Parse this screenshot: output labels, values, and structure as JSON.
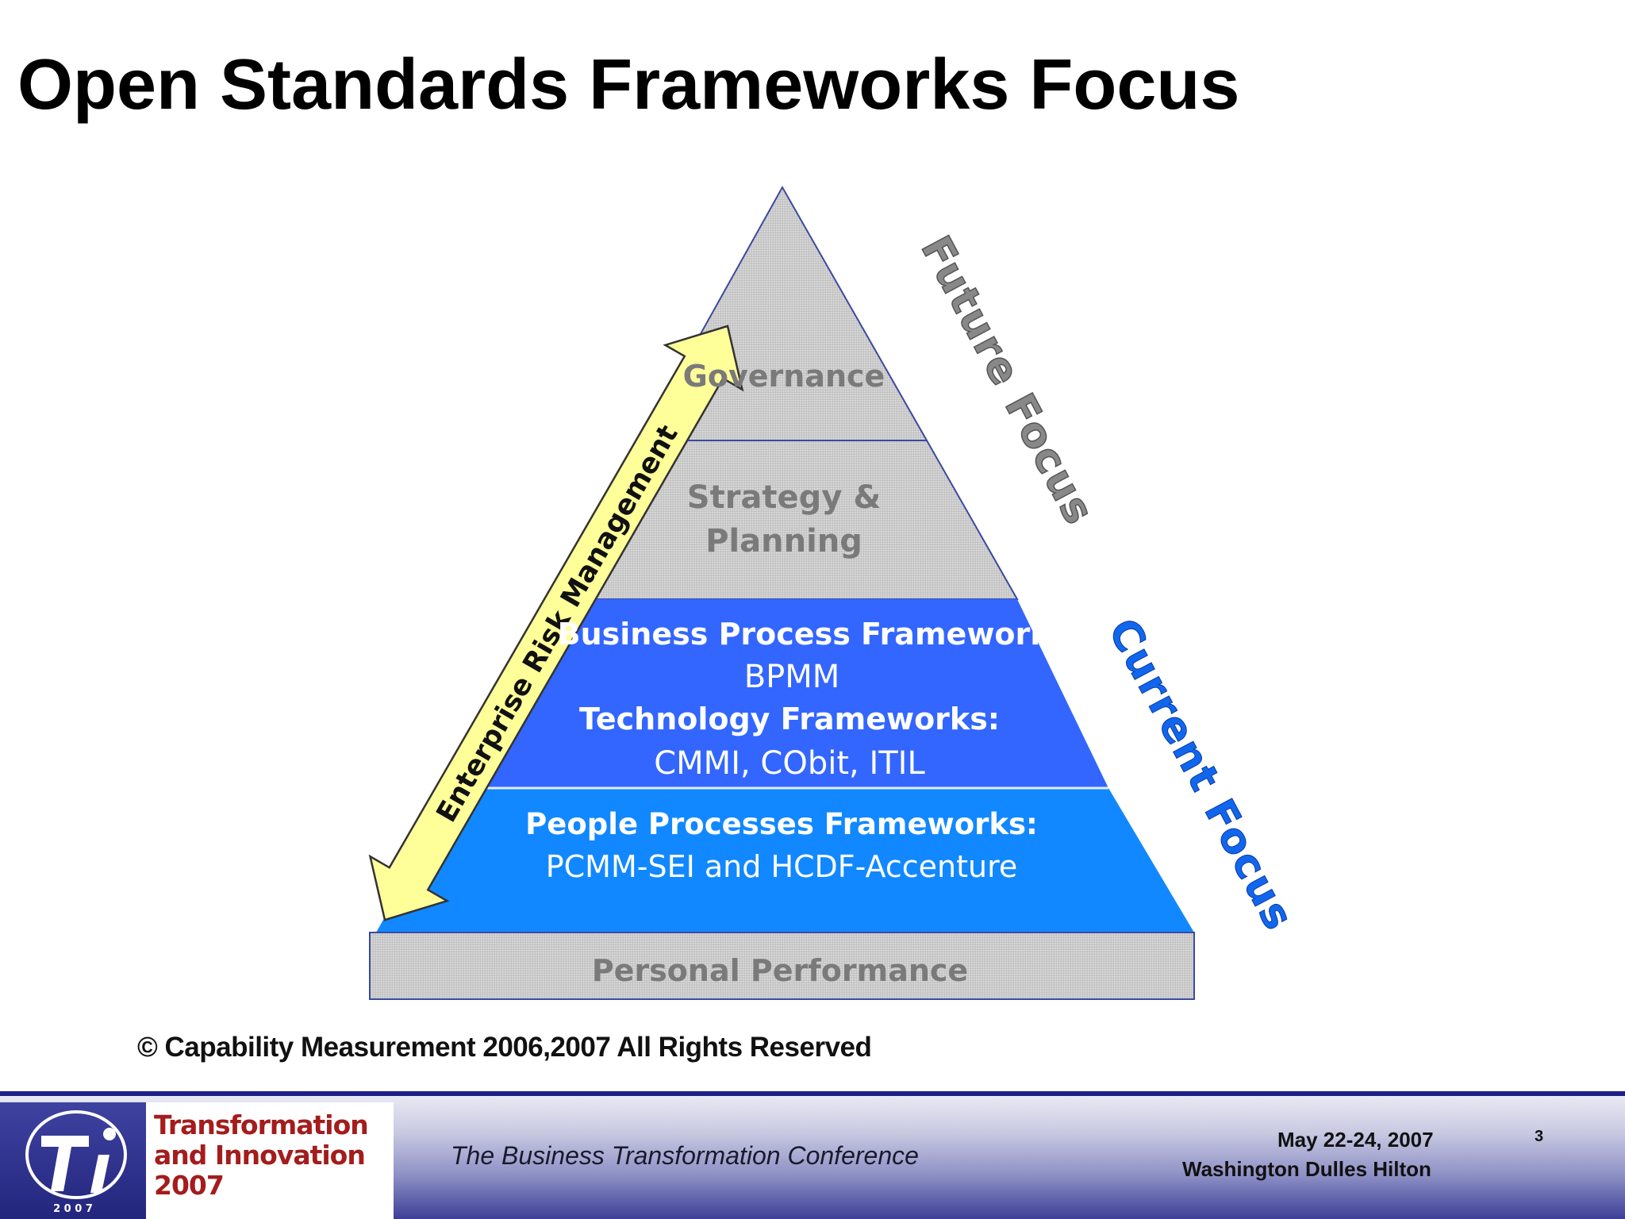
{
  "slide": {
    "title": "Open Standards Frameworks Focus",
    "copyright": "© Capability Measurement 2006,2007  All Rights Reserved"
  },
  "diagram": {
    "arrow_label": "Enterprise Risk Management",
    "future_focus_label": "Future Focus",
    "current_focus_label": "Current Focus",
    "tiers": {
      "governance": "Governance",
      "strategy_line1": "Strategy &",
      "strategy_line2": "Planning",
      "business_heading": "Business Process Frameworks:",
      "business_value": "BPMM",
      "technology_heading": "Technology Frameworks:",
      "technology_value": "CMMI, CObit, ITIL",
      "people_heading": "People Processes Frameworks:",
      "people_value": "PCMM-SEI and HCDF-Accenture",
      "personal": "Personal Performance"
    },
    "colors": {
      "gray_tier": "#cfcfcf",
      "business_tier": "#3366ff",
      "people_tier": "#1188ff",
      "arrow_fill": "#ffff99",
      "current_focus_text": "#1166ee"
    }
  },
  "footer": {
    "logo_line1": "Transformation",
    "logo_line2": "and Innovation",
    "logo_line3": "2007",
    "logo_digits": "2 0 0 7",
    "conference_name": "The Business Transformation Conference",
    "dates": "May 22-24, 2007",
    "venue": "Washington Dulles Hilton",
    "page_number": "3"
  }
}
